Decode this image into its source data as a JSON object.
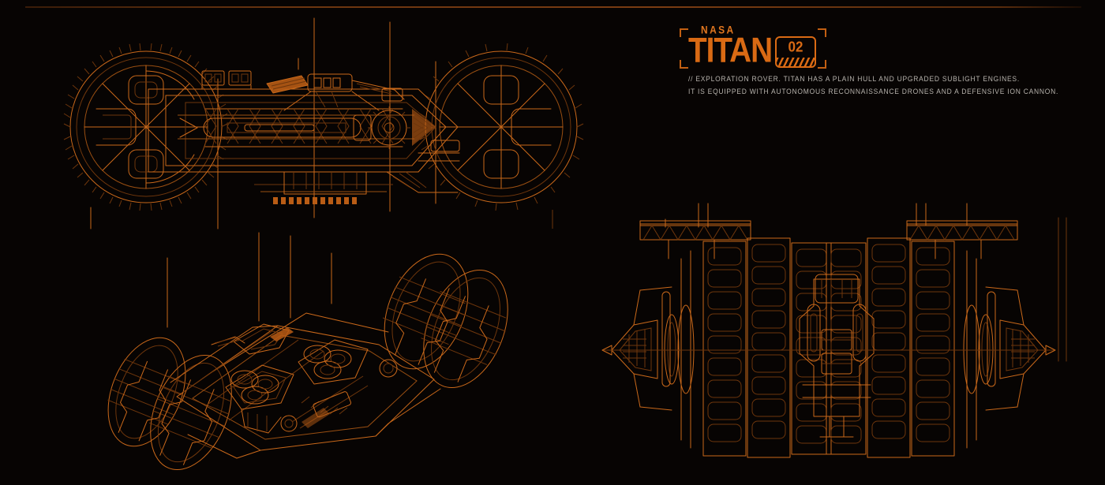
{
  "page": {
    "background_color": "#070403",
    "accent_color": "#d96a14",
    "line_color": "#c9681a",
    "text_color": "#b7b3ad"
  },
  "logo": {
    "agency": "NASA",
    "name": "TITAN",
    "badge_number": "02"
  },
  "description": {
    "line1": "// EXPLORATION ROVER. TITAN HAS A PLAIN HULL AND UPGRADED SUBLIGHT ENGINES.",
    "line2": "IT IS EQUIPPED WITH AUTONOMOUS RECONNAISSANCE DRONES AND A DEFENSIVE ION CANNON."
  },
  "views": {
    "top": {
      "label": "top-plan-view"
    },
    "isometric": {
      "label": "isometric-three-quarter-view"
    },
    "front": {
      "label": "front-elevation-view"
    }
  }
}
